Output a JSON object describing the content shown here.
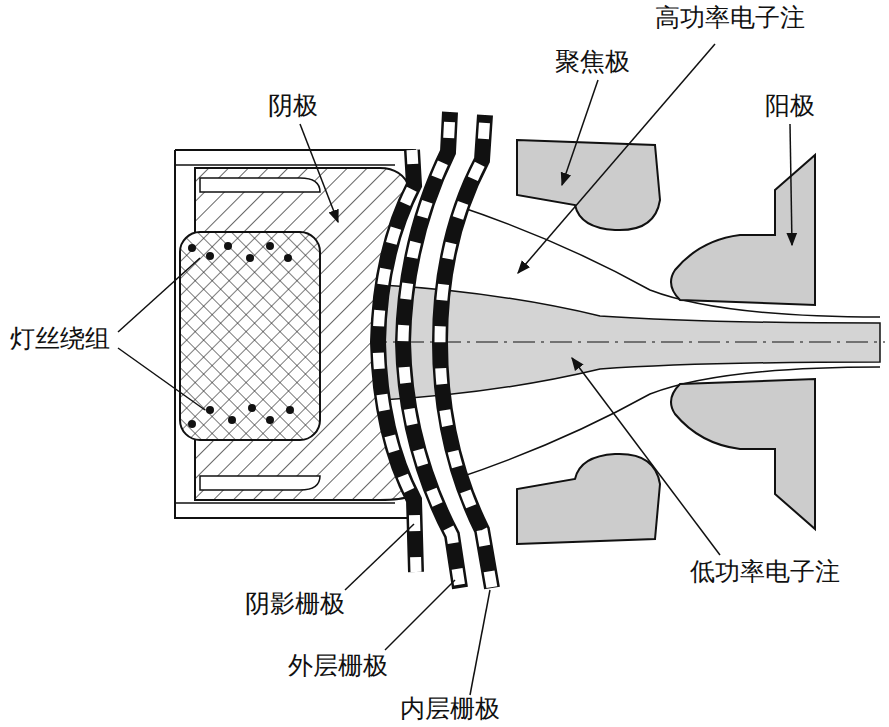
{
  "diagram": {
    "labels": [
      "高功率电子注",
      "阴极",
      "聚焦极",
      "阳极",
      "灯丝绕组",
      "阴影栅极",
      "外层栅极",
      "内层栅极",
      "低功率电子注"
    ]
  }
}
